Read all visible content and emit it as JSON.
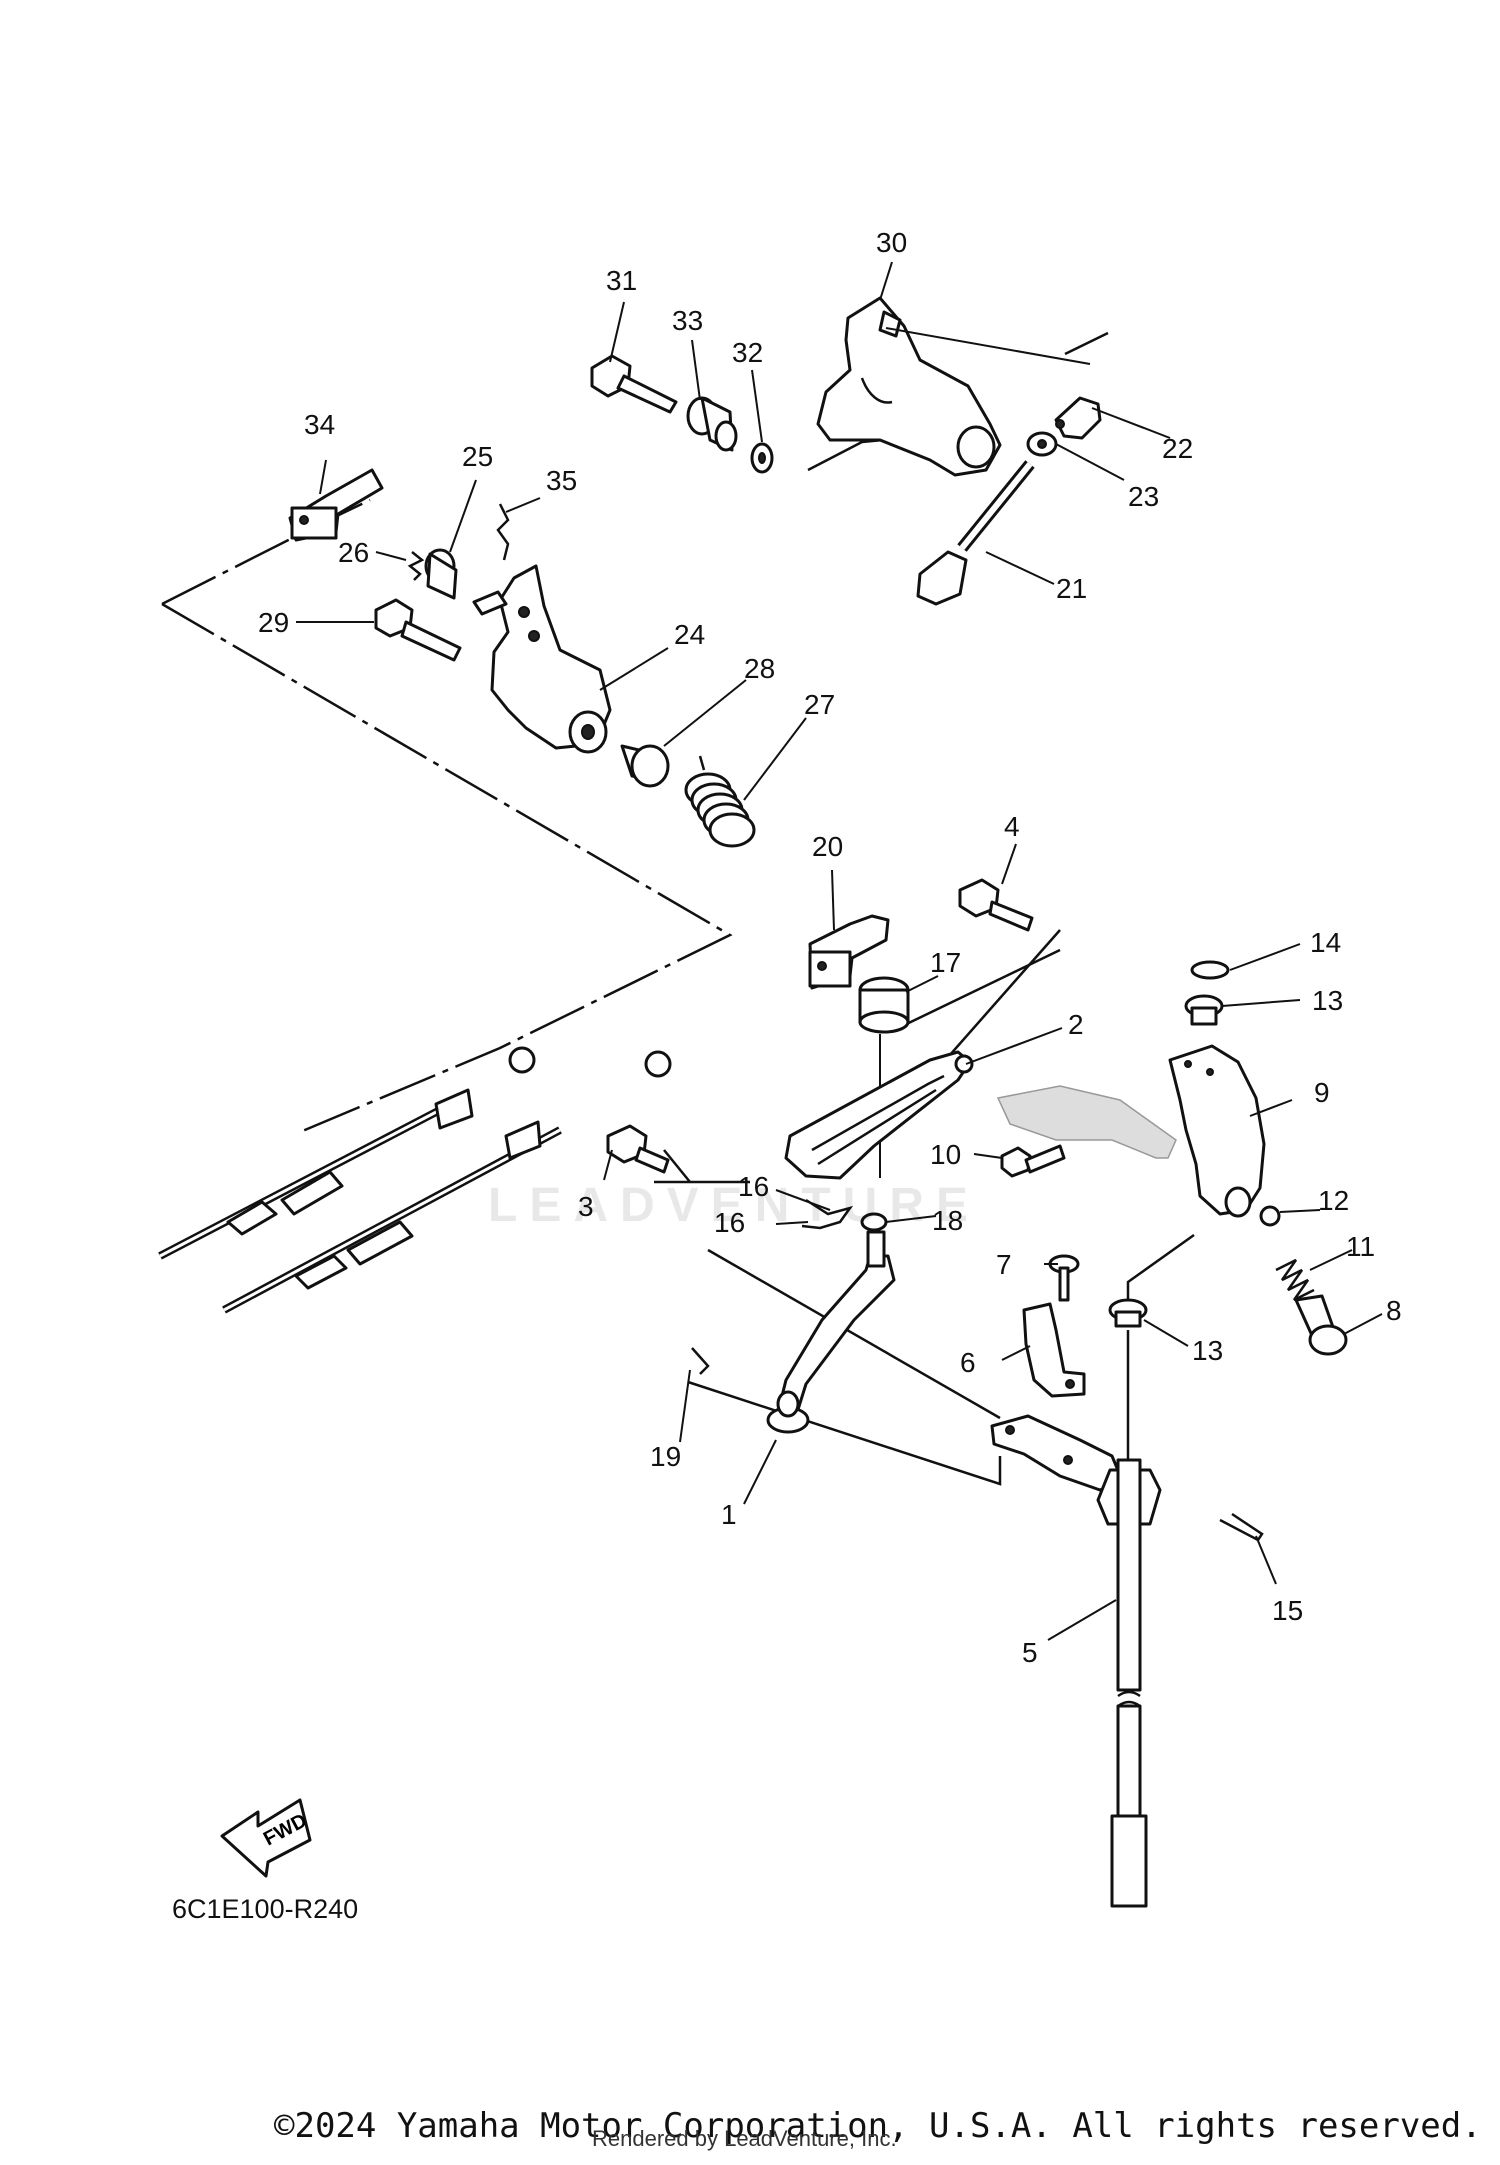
{
  "diagram_code": "6C1E100-R240",
  "copyright": "©2024 Yamaha Motor Corporation, U.S.A. All rights reserved.",
  "rendered_by": "Rendered by LeadVenture, Inc.",
  "watermark": "LEADVENTURE",
  "fwd_label": "FWD",
  "callouts": {
    "n1": "1",
    "n2": "2",
    "n3": "3",
    "n4": "4",
    "n5": "5",
    "n6": "6",
    "n7": "7",
    "n8": "8",
    "n9": "9",
    "n10": "10",
    "n11": "11",
    "n12": "12",
    "n13a": "13",
    "n13b": "13",
    "n14": "14",
    "n15": "15",
    "n16a": "16",
    "n16b": "16",
    "n17": "17",
    "n18": "18",
    "n19": "19",
    "n20": "20",
    "n21": "21",
    "n22": "22",
    "n23": "23",
    "n24": "24",
    "n25": "25",
    "n26": "26",
    "n27": "27",
    "n28": "28",
    "n29": "29",
    "n30": "30",
    "n31": "31",
    "n32": "32",
    "n33": "33",
    "n34": "34",
    "n35": "35"
  }
}
